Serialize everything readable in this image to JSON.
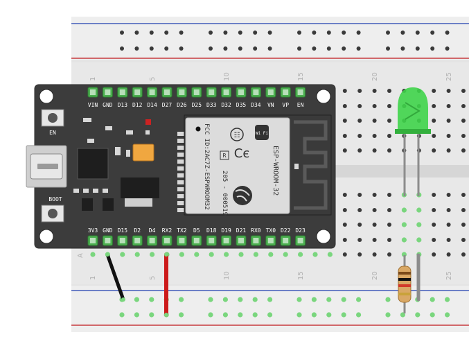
{
  "breadboard": {
    "column_numbers": [
      "1",
      "5",
      "10",
      "15",
      "20",
      "25"
    ],
    "row_letter": "A"
  },
  "board": {
    "top_pins": [
      "VIN",
      "GND",
      "D13",
      "D12",
      "D14",
      "D27",
      "D26",
      "D25",
      "D33",
      "D32",
      "D35",
      "D34",
      "VN",
      "VP",
      "EN"
    ],
    "bottom_pins": [
      "3V3",
      "GND",
      "D15",
      "D2",
      "D4",
      "RX2",
      "TX2",
      "D5",
      "D18",
      "D19",
      "D21",
      "RX0",
      "TX0",
      "D22",
      "D23"
    ],
    "en_label": "EN",
    "boot_label": "BOOT"
  },
  "module": {
    "name": "ESP-WROOM-32",
    "fcc": "FCC ID:2AC7Z-ESPWROOM32",
    "wifi": "Wi Fi",
    "cert_r": "R",
    "code": "205 - 000519"
  },
  "colors": {
    "board": "#3c3c3c",
    "pin": "#4caf50",
    "wire_black": "#111111",
    "wire_red": "#cc1a1a",
    "led": "#3fd44a",
    "rail_blue": "#1e3fb0",
    "rail_red": "#c0171b"
  }
}
